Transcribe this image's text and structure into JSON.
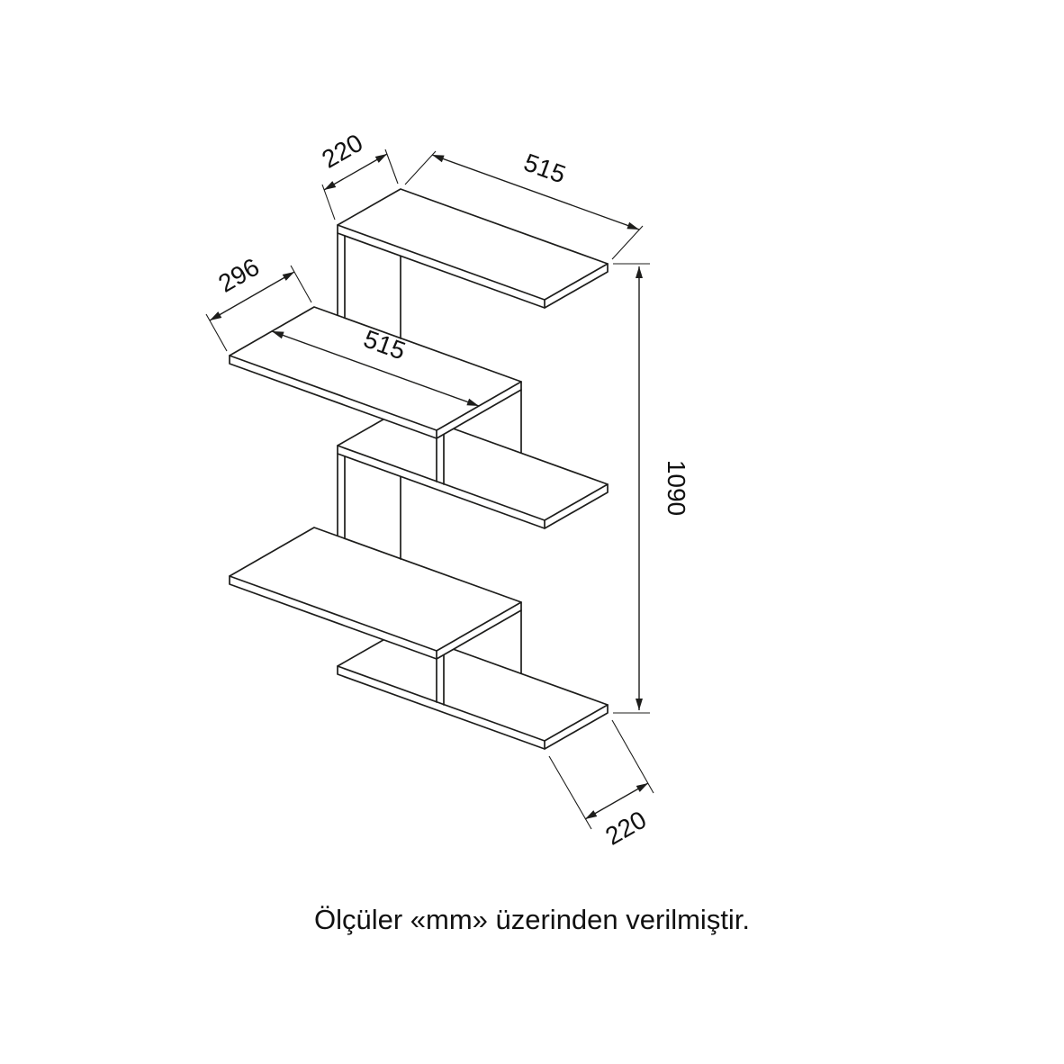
{
  "diagram": {
    "dims": {
      "top_depth": "220",
      "top_length": "515",
      "shelf2_depth": "296",
      "shelf2_length": "515",
      "total_height": "1090",
      "bottom_depth": "220"
    },
    "caption": "Ölçüler «mm» üzerinden verilmiştir."
  }
}
